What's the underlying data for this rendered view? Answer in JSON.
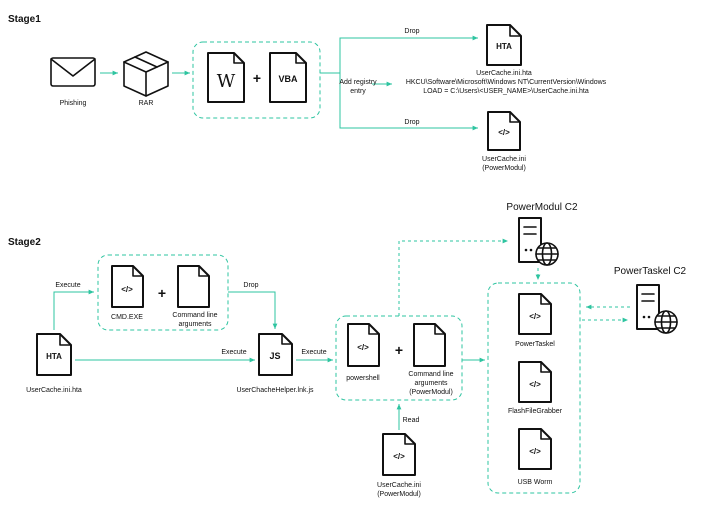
{
  "stage1": {
    "title": "Stage1",
    "phishing": "Phishing",
    "rar": "RAR",
    "word_letter": "W",
    "plus": "+",
    "vba": "VBA",
    "add_registry_1": "Add  registry",
    "add_registry_2": "entry",
    "registry_path": "HKCU\\Software\\Microsoft\\Windows NT\\CurrentVersion\\Windows",
    "registry_load": "LOAD = C:\\Users\\<USER_NAME>\\UserCache.ini.hta",
    "drop_top": "Drop",
    "drop_bottom": "Drop",
    "hta_icon": "HTA",
    "hta_file": "UserCache.ini.hta",
    "code_icon": "</>",
    "ini_file_1": "UserCache.ini",
    "ini_file_2": "(PowerModul)"
  },
  "stage2": {
    "title": "Stage2",
    "hta_icon": "HTA",
    "hta_file": "UserCache.ini.hta",
    "execute_up": "Execute",
    "execute_mid": "Execute",
    "execute_right": "Execute",
    "drop": "Drop",
    "read": "Read",
    "code_icon": "</>",
    "plus": "+",
    "cmd_exe": "CMD.EXE",
    "cmd_args_1": "Command line",
    "cmd_args_2": "arguments",
    "js_icon": "JS",
    "js_file": "UserChacheHelper.lnk.js",
    "powershell": "powershell",
    "ps_args_1": "Command line",
    "ps_args_2": "arguments",
    "ps_args_3": "(PowerModul)",
    "ini_file_1": "UserCache.ini",
    "ini_file_2": "(PowerModul)",
    "powermodul_c2": "PowerModul C2",
    "powertaskel_c2": "PowerTaskel C2",
    "powertaskel": "PowerTaskel",
    "flashfilegrabber": "FlashFileGrabber",
    "usb_worm": "USB Worm"
  },
  "colors": {
    "accent": "#2ec4a0",
    "ink": "#111111"
  }
}
